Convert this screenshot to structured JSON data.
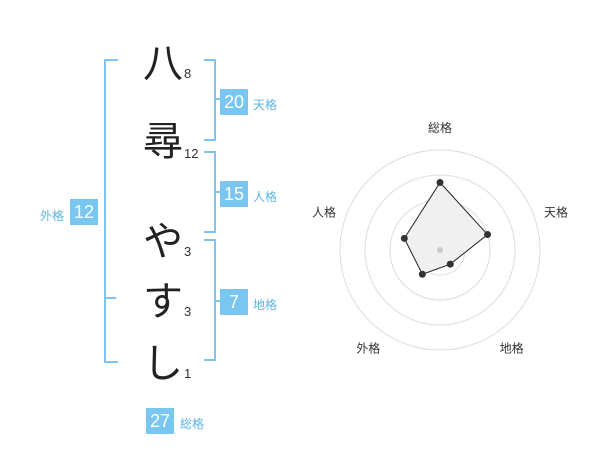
{
  "name": {
    "characters": [
      {
        "char": "八",
        "strokes": "8"
      },
      {
        "char": "尋",
        "strokes": "12"
      },
      {
        "char": "や",
        "strokes": "3"
      },
      {
        "char": "す",
        "strokes": "3"
      },
      {
        "char": "し",
        "strokes": "1"
      }
    ]
  },
  "fortune": {
    "tenkaku": {
      "value": "20",
      "label": "天格"
    },
    "jinkaku": {
      "value": "15",
      "label": "人格"
    },
    "chikaku": {
      "value": "7",
      "label": "地格"
    },
    "gaikaku": {
      "value": "12",
      "label": "外格"
    },
    "soukaku": {
      "value": "27",
      "label": "総格"
    }
  },
  "colors": {
    "accent": "#79c6f0",
    "bracket": "#7fc4ee",
    "label": "#5bb4e5"
  },
  "chart_data": {
    "type": "radar",
    "axes": [
      "総格",
      "天格",
      "地格",
      "外格",
      "人格"
    ],
    "values": [
      27,
      20,
      7,
      12,
      15
    ],
    "rings": 4,
    "fill": "#f0f0f0",
    "stroke": "#222222",
    "grid": true
  }
}
